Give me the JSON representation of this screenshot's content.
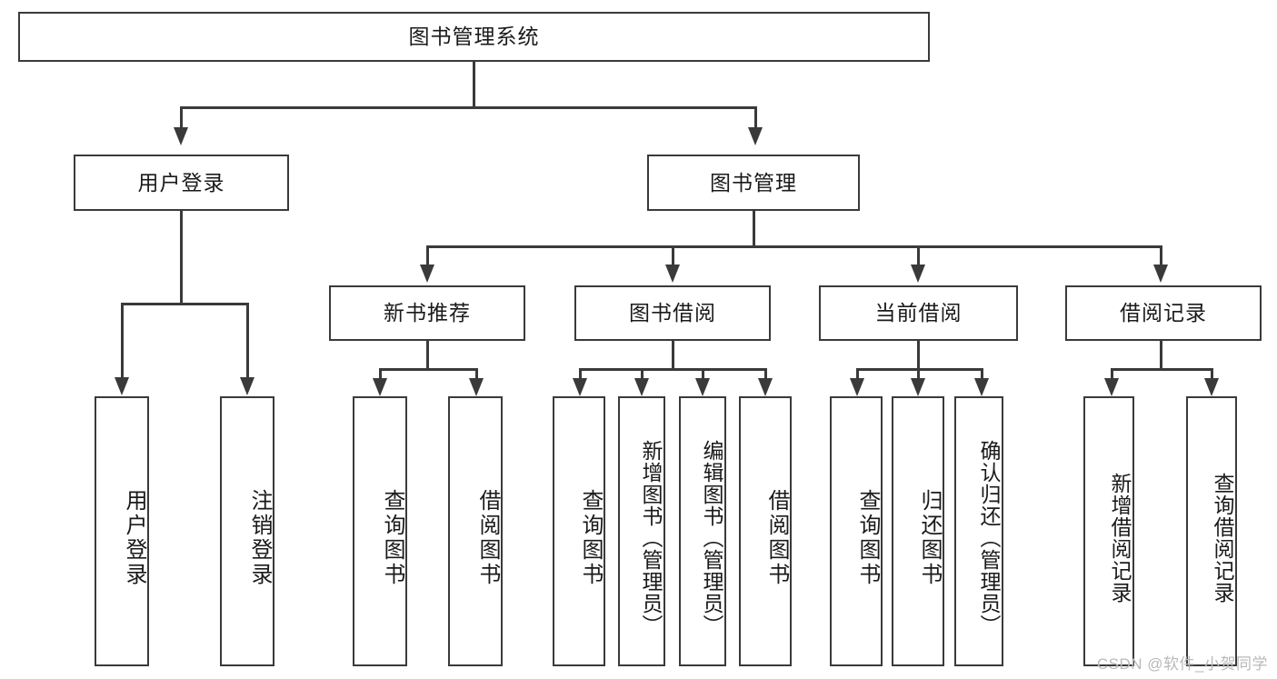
{
  "diagram": {
    "type": "tree-hierarchy-flowchart",
    "title": "图书管理系统",
    "root": {
      "label": "图书管理系统",
      "children": [
        {
          "label": "用户登录",
          "children": [
            {
              "label": "用户登录"
            },
            {
              "label": "注销登录"
            }
          ]
        },
        {
          "label": "图书管理",
          "children": [
            {
              "label": "新书推荐",
              "children": [
                {
                  "label": "查询图书"
                },
                {
                  "label": "借阅图书"
                }
              ]
            },
            {
              "label": "图书借阅",
              "children": [
                {
                  "label": "查询图书"
                },
                {
                  "label": "新增图书（管理员）"
                },
                {
                  "label": "编辑图书（管理员）"
                },
                {
                  "label": "借阅图书"
                }
              ]
            },
            {
              "label": "当前借阅",
              "children": [
                {
                  "label": "查询图书"
                },
                {
                  "label": "归还图书"
                },
                {
                  "label": "确认归还（管理员）"
                }
              ]
            },
            {
              "label": "借阅记录",
              "children": [
                {
                  "label": "新增借阅记录"
                },
                {
                  "label": "查询借阅记录"
                }
              ]
            }
          ]
        }
      ]
    },
    "nodes": {
      "root": "图书管理系统",
      "user_login": "用户登录",
      "book_manage": "图书管理",
      "new_book_rec": "新书推荐",
      "book_borrow": "图书借阅",
      "current_borrow": "当前借阅",
      "borrow_record": "借阅记录",
      "leaf_user_login": "用户登录",
      "leaf_logout": "注销登录",
      "leaf_query_book_1": "查询图书",
      "leaf_borrow_book_1": "借阅图书",
      "leaf_query_book_2": "查询图书",
      "leaf_add_book": "新增图书（管理员）",
      "leaf_edit_book": "编辑图书（管理员）",
      "leaf_borrow_book_2": "借阅图书",
      "leaf_query_book_3": "查询图书",
      "leaf_return_book": "归还图书",
      "leaf_confirm_return": "确认归还（管理员）",
      "leaf_add_record": "新增借阅记录",
      "leaf_query_record": "查询借阅记录"
    },
    "watermark": "CSDN @软件_小贺同学",
    "colors": {
      "stroke": "#3a3a3a",
      "fill": "#ffffff",
      "text": "#1a1a1a",
      "watermark": "#b9b9b9"
    }
  }
}
